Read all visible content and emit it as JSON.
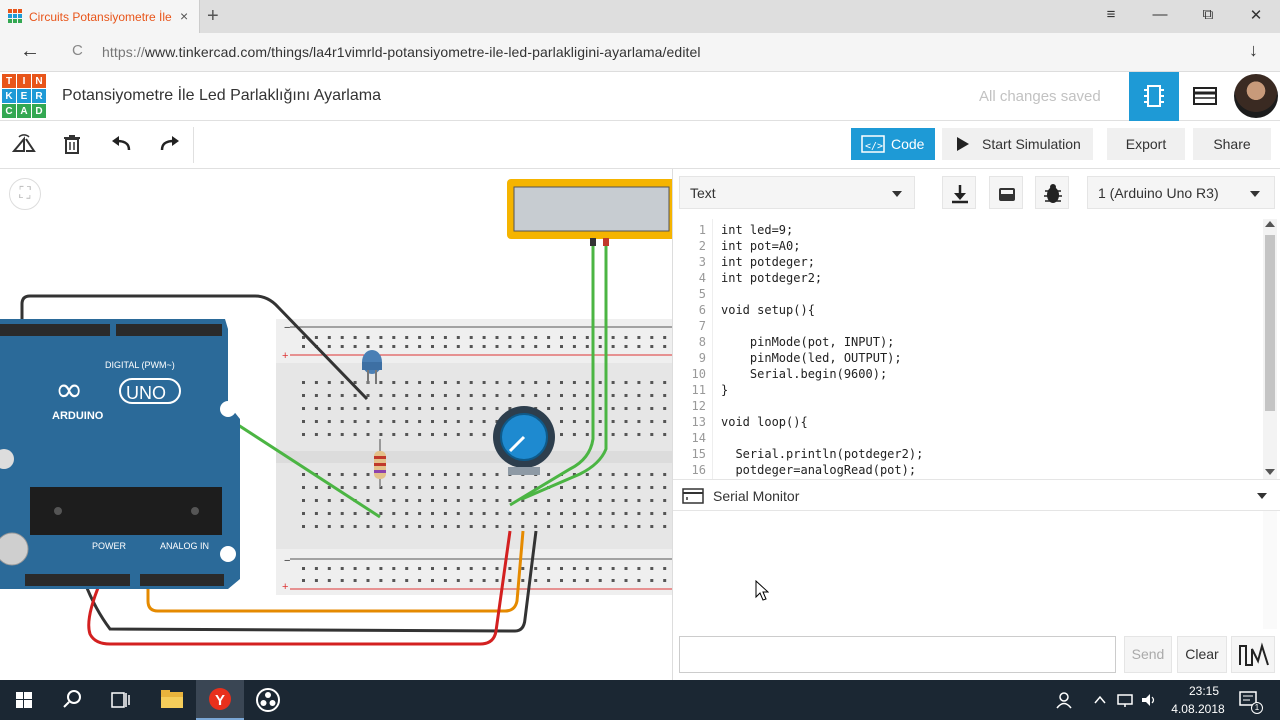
{
  "browser": {
    "tab_title": "Circuits Potansiyometre İle",
    "tab_close": "×",
    "new_tab": "+",
    "url_prefix": "https://",
    "url_main": "www.tinkercad.com/things/la4r1vimrld-potansiyometre-ile-led-parlakligini-ayarlama/editel",
    "back": "←",
    "reload": "C",
    "download": "↓",
    "menu": "≡",
    "minimize": "—",
    "restore": "⧉",
    "close": "✕"
  },
  "app": {
    "logo_letters": [
      "T",
      "I",
      "N",
      "K",
      "E",
      "R",
      "C",
      "A",
      "D"
    ],
    "logo_colors": [
      "#e8551a",
      "#e8551a",
      "#e8551a",
      "#1e9ad6",
      "#1e9ad6",
      "#1e9ad6",
      "#33a852",
      "#33a852",
      "#33a852"
    ],
    "project_title": "Potansiyometre İle Led Parlaklığını Ayarlama",
    "save_status": "All changes saved",
    "accent": "#1e9ad6"
  },
  "toolbar": {
    "code_label": "Code",
    "sim_label": "Start Simulation",
    "export_label": "Export",
    "share_label": "Share"
  },
  "canvas": {
    "fit_icon": "⛶",
    "arduino_brand": "ARDUINO",
    "arduino_model": "UNO",
    "digital_label": "DIGITAL (PWM~)",
    "power_label": "POWER",
    "analog_label": "ANALOG IN"
  },
  "code_panel": {
    "mode": "Text",
    "device": "1 (Arduino Uno R3)",
    "line_numbers": [
      "1",
      "2",
      "3",
      "4",
      "5",
      "6",
      "7",
      "8",
      "9",
      "10",
      "11",
      "12",
      "13",
      "14",
      "15",
      "16"
    ],
    "lines": [
      "int led=9;",
      "int pot=A0;",
      "int potdeger;",
      "int potdeger2;",
      "",
      "void setup(){",
      "",
      "    pinMode(pot, INPUT);",
      "    pinMode(led, OUTPUT);",
      "    Serial.begin(9600);",
      "}",
      "",
      "void loop(){",
      "",
      "  Serial.println(potdeger2);",
      "  potdeger=analogRead(pot);"
    ],
    "serial_label": "Serial Monitor",
    "send_label": "Send",
    "clear_label": "Clear"
  },
  "taskbar": {
    "time": "23:15",
    "date": "4.08.2018",
    "notification_count": "1"
  }
}
